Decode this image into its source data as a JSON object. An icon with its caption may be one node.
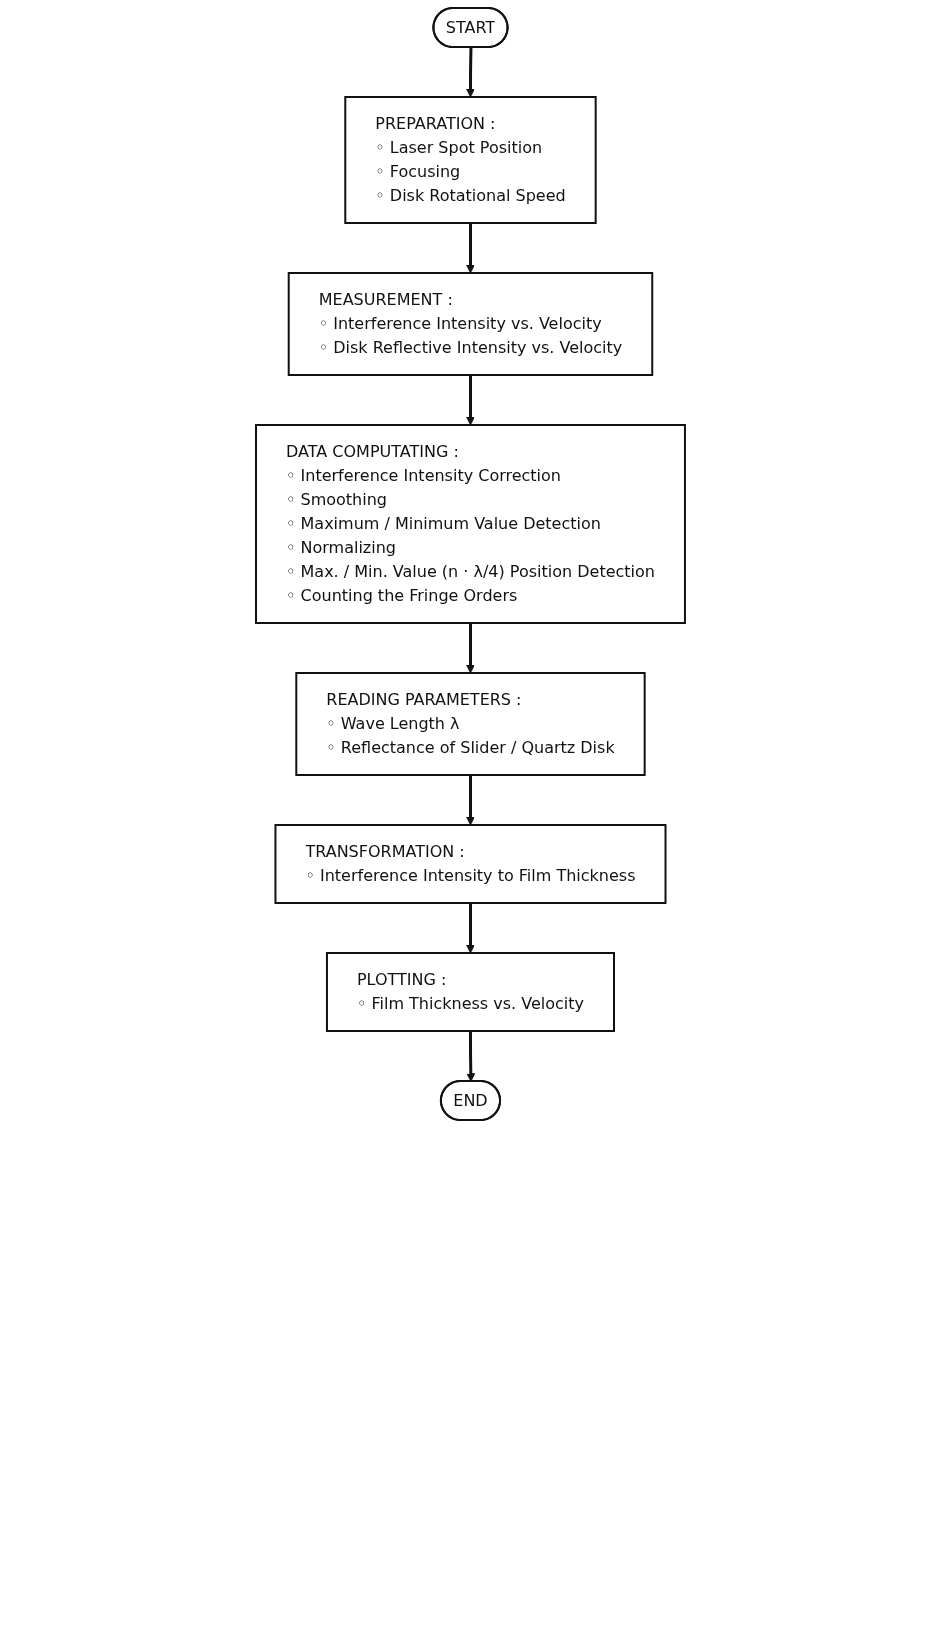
{
  "diagram": {
    "nodes": [
      {
        "text": [
          "START"
        ]
      },
      {
        "text": [
          "PREPARATION :",
          "◦ Laser Spot Position",
          "◦ Focusing",
          "◦ Disk Rotational Speed"
        ]
      },
      {
        "text": [
          "MEASUREMENT :",
          "◦ Interference Intensity vs. Velocity",
          "◦ Disk Reflective Intensity vs. Velocity"
        ]
      },
      {
        "text": [
          "DATA COMPUTATING :",
          "◦ Interference Intensity Correction",
          "◦ Smoothing",
          "◦ Maximum / Minimum Value Detection",
          "◦ Normalizing",
          "◦ Max. / Min. Value (n · λ/4) Position Detection",
          "◦ Counting the Fringe Orders"
        ]
      },
      {
        "text": [
          "READING PARAMETERS :",
          "◦ Wave Length λ",
          "◦ Reflectance of Slider / Quartz Disk"
        ]
      },
      {
        "text": [
          "TRANSFORMATION :",
          "◦ Interference Intensity to Film Thickness"
        ]
      },
      {
        "text": [
          "PLOTTING :",
          "◦ Film Thickness vs. Velocity"
        ]
      },
      {
        "text": [
          "END"
        ]
      }
    ],
    "edges": [
      {
        "from": 0,
        "to": 1,
        "arrow": "to"
      },
      {
        "from": 1,
        "to": 2,
        "arrow": "to"
      },
      {
        "from": 2,
        "to": 3,
        "arrow": "to"
      },
      {
        "from": 3,
        "to": 4,
        "arrow": "to"
      },
      {
        "from": 4,
        "to": 5,
        "arrow": "to"
      },
      {
        "from": 5,
        "to": 6,
        "arrow": "to"
      },
      {
        "from": 6,
        "to": 7,
        "arrow": "to"
      }
    ]
  }
}
